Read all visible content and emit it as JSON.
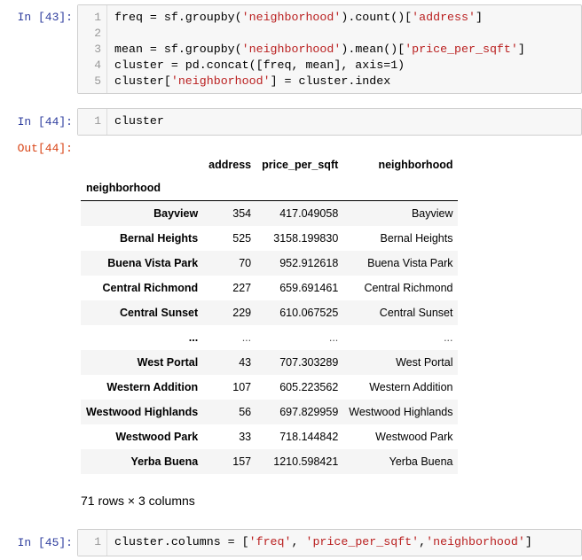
{
  "cell43": {
    "prompt": "In  [43]:",
    "line_numbers": [
      "1",
      "2",
      "3",
      "4",
      "5"
    ],
    "lines": [
      [
        "freq = sf.groupby(",
        "'neighborhood'",
        ").count()[",
        "'address'",
        "]"
      ],
      [
        ""
      ],
      [
        "mean = sf.groupby(",
        "'neighborhood'",
        ").mean()[",
        "'price_per_sqft'",
        "]"
      ],
      [
        "cluster = pd.concat([freq, mean], axis=1)"
      ],
      [
        "cluster[",
        "'neighborhood'",
        "] = cluster.index"
      ]
    ]
  },
  "cell44": {
    "prompt": "In  [44]:",
    "line_numbers": [
      "1"
    ],
    "lines": [
      [
        "cluster"
      ]
    ]
  },
  "out44": {
    "prompt": "Out[44]:",
    "columns": [
      "address",
      "price_per_sqft",
      "neighborhood"
    ],
    "index_name": "neighborhood",
    "rows": [
      [
        "Bayview",
        "354",
        "417.049058",
        "Bayview"
      ],
      [
        "Bernal Heights",
        "525",
        "3158.199830",
        "Bernal Heights"
      ],
      [
        "Buena Vista Park",
        "70",
        "952.912618",
        "Buena Vista Park"
      ],
      [
        "Central Richmond",
        "227",
        "659.691461",
        "Central Richmond"
      ],
      [
        "Central Sunset",
        "229",
        "610.067525",
        "Central Sunset"
      ],
      [
        "...",
        "...",
        "...",
        "..."
      ],
      [
        "West Portal",
        "43",
        "707.303289",
        "West Portal"
      ],
      [
        "Western Addition",
        "107",
        "605.223562",
        "Western Addition"
      ],
      [
        "Westwood Highlands",
        "56",
        "697.829959",
        "Westwood Highlands"
      ],
      [
        "Westwood Park",
        "33",
        "718.144842",
        "Westwood Park"
      ],
      [
        "Yerba Buena",
        "157",
        "1210.598421",
        "Yerba Buena"
      ]
    ],
    "shape_text": "71 rows × 3 columns"
  },
  "cell45": {
    "prompt": "In  [45]:",
    "line_numbers": [
      "1"
    ],
    "lines": [
      [
        "cluster.columns = [",
        "'freq'",
        ", ",
        "'price_per_sqft'",
        ",",
        "'neighborhood'",
        "]"
      ]
    ]
  },
  "colors": {
    "prompt_in": "#303f9f",
    "prompt_out": "#d84315",
    "string": "#ba2121",
    "cell_bg": "#f7f7f7"
  }
}
